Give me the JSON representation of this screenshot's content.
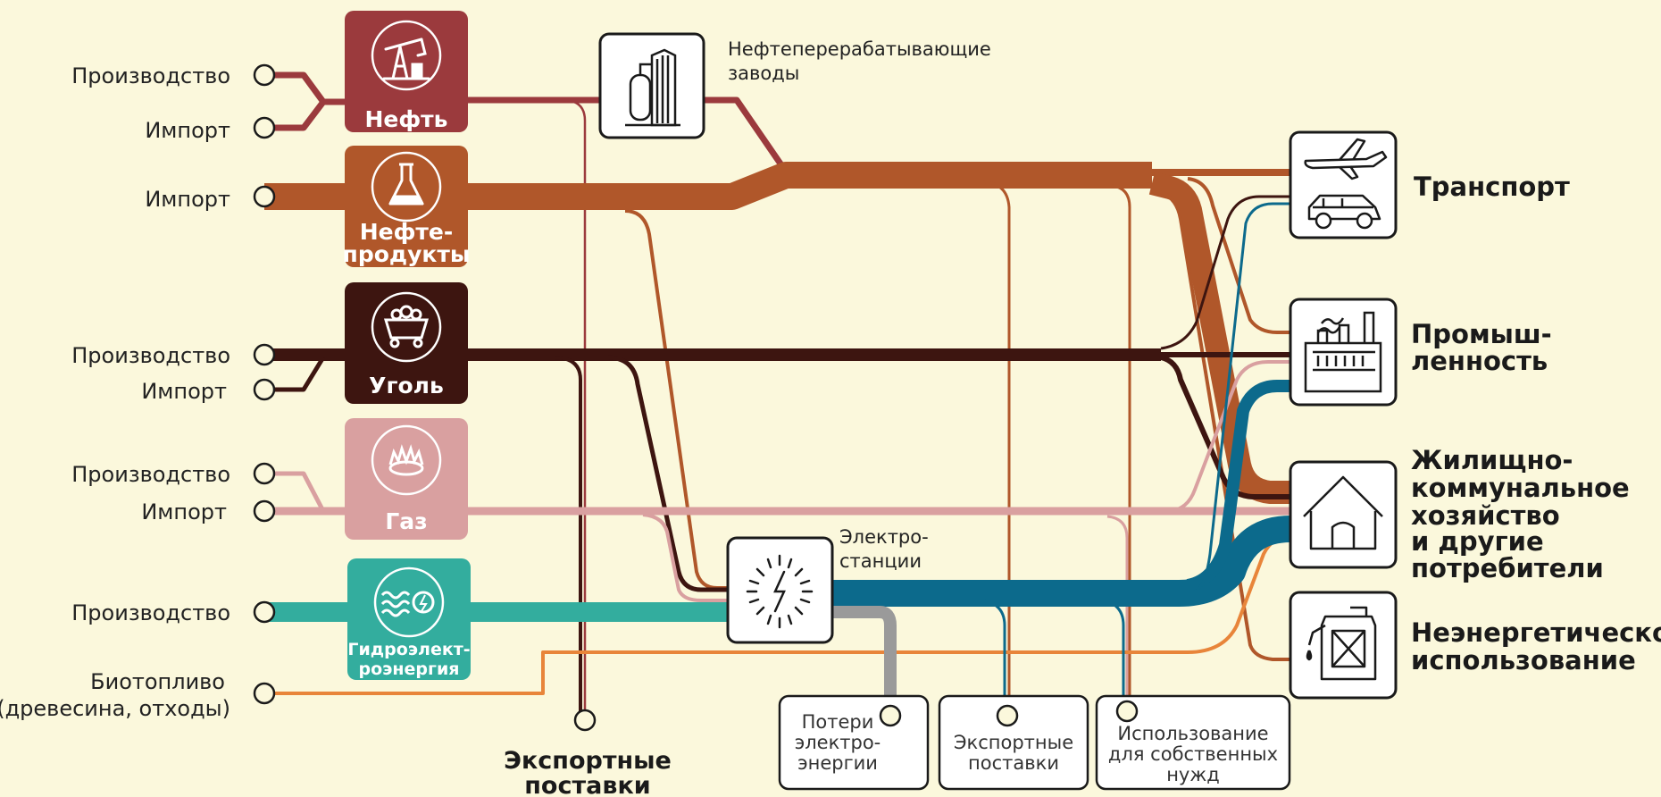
{
  "colors": {
    "background": "#fbf8dc",
    "oil": "#9b3a3d",
    "oil_products": "#b0572a",
    "coal": "#3d1510",
    "gas": "#d9a0a0",
    "hydro": "#33ad9e",
    "electricity": "#0c6a8c",
    "biofuel": "#e8853a",
    "losses": "#9a9a9a"
  },
  "sources": {
    "oil_production": "Производство",
    "oil_import": "Импорт",
    "oil_products_import": "Импорт",
    "coal_production": "Производство",
    "coal_import": "Импорт",
    "gas_production": "Производство",
    "gas_import": "Импорт",
    "hydro_production": "Производство",
    "biofuel_line1": "Биотопливо",
    "biofuel_line2": "(древесина, отходы)"
  },
  "categories": {
    "oil": "Нефть",
    "oil_products_line1": "Нефте-",
    "oil_products_line2": "продукты",
    "coal": "Уголь",
    "gas": "Газ",
    "hydro_line1": "Гидроэлект-",
    "hydro_line2": "роэнергия"
  },
  "intermediates": {
    "refinery_line1": "Нефтеперерабатывающие",
    "refinery_line2": "заводы",
    "power_line1": "Электро-",
    "power_line2": "станции"
  },
  "consumers": {
    "transport": "Транспорт",
    "industry_line1": "Промыш-",
    "industry_line2": "ленность",
    "housing_line1": "Жилищно-",
    "housing_line2": "коммунальное",
    "housing_line3": "хозяйство",
    "housing_line4": "и другие",
    "housing_line5": "потребители",
    "nonenergy_line1": "Неэнергетическое",
    "nonenergy_line2": "использование"
  },
  "sinks": {
    "losses_line1": "Потери",
    "losses_line2": "электро-",
    "losses_line3": "энергии",
    "export_small_line1": "Экспортные",
    "export_small_line2": "поставки",
    "own_use_line1": "Использование",
    "own_use_line2": "для собственных",
    "own_use_line3": "нужд",
    "export_big_line1": "Экспортные",
    "export_big_line2": "поставки"
  }
}
